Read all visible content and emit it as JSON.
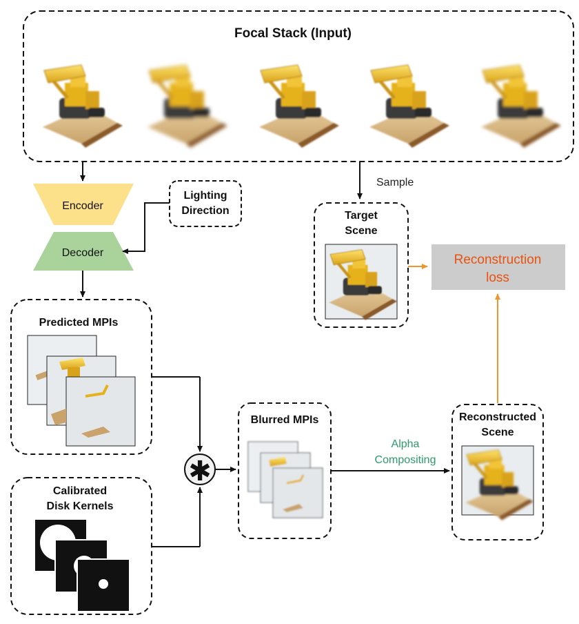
{
  "focal_stack": {
    "title": "Focal Stack (Input)"
  },
  "encoder": {
    "label": "Encoder"
  },
  "decoder": {
    "label": "Decoder"
  },
  "lighting": {
    "line1": "Lighting",
    "line2": "Direction"
  },
  "sample": {
    "label": "Sample"
  },
  "target_scene": {
    "line1": "Target",
    "line2": "Scene"
  },
  "reconstruction_loss": {
    "line1": "Reconstruction",
    "line2": "loss"
  },
  "predicted_mpis": {
    "title": "Predicted MPIs"
  },
  "calibrated_kernels": {
    "line1": "Calibrated",
    "line2": "Disk Kernels"
  },
  "blurred_mpis": {
    "title": "Blurred MPIs"
  },
  "alpha_compositing": {
    "line1": "Alpha",
    "line2": "Compositing"
  },
  "reconstructed_scene": {
    "line1": "Reconstructed",
    "line2": "Scene"
  },
  "convolution": {
    "symbol": "✱"
  },
  "colors": {
    "encoder_fill": "#fde08a",
    "decoder_fill": "#a9d39a",
    "loss_fill": "#cccccc",
    "loss_text": "#e8520e",
    "orange_arrow": "#f0952e",
    "alpha_text": "#2c9a6a"
  }
}
